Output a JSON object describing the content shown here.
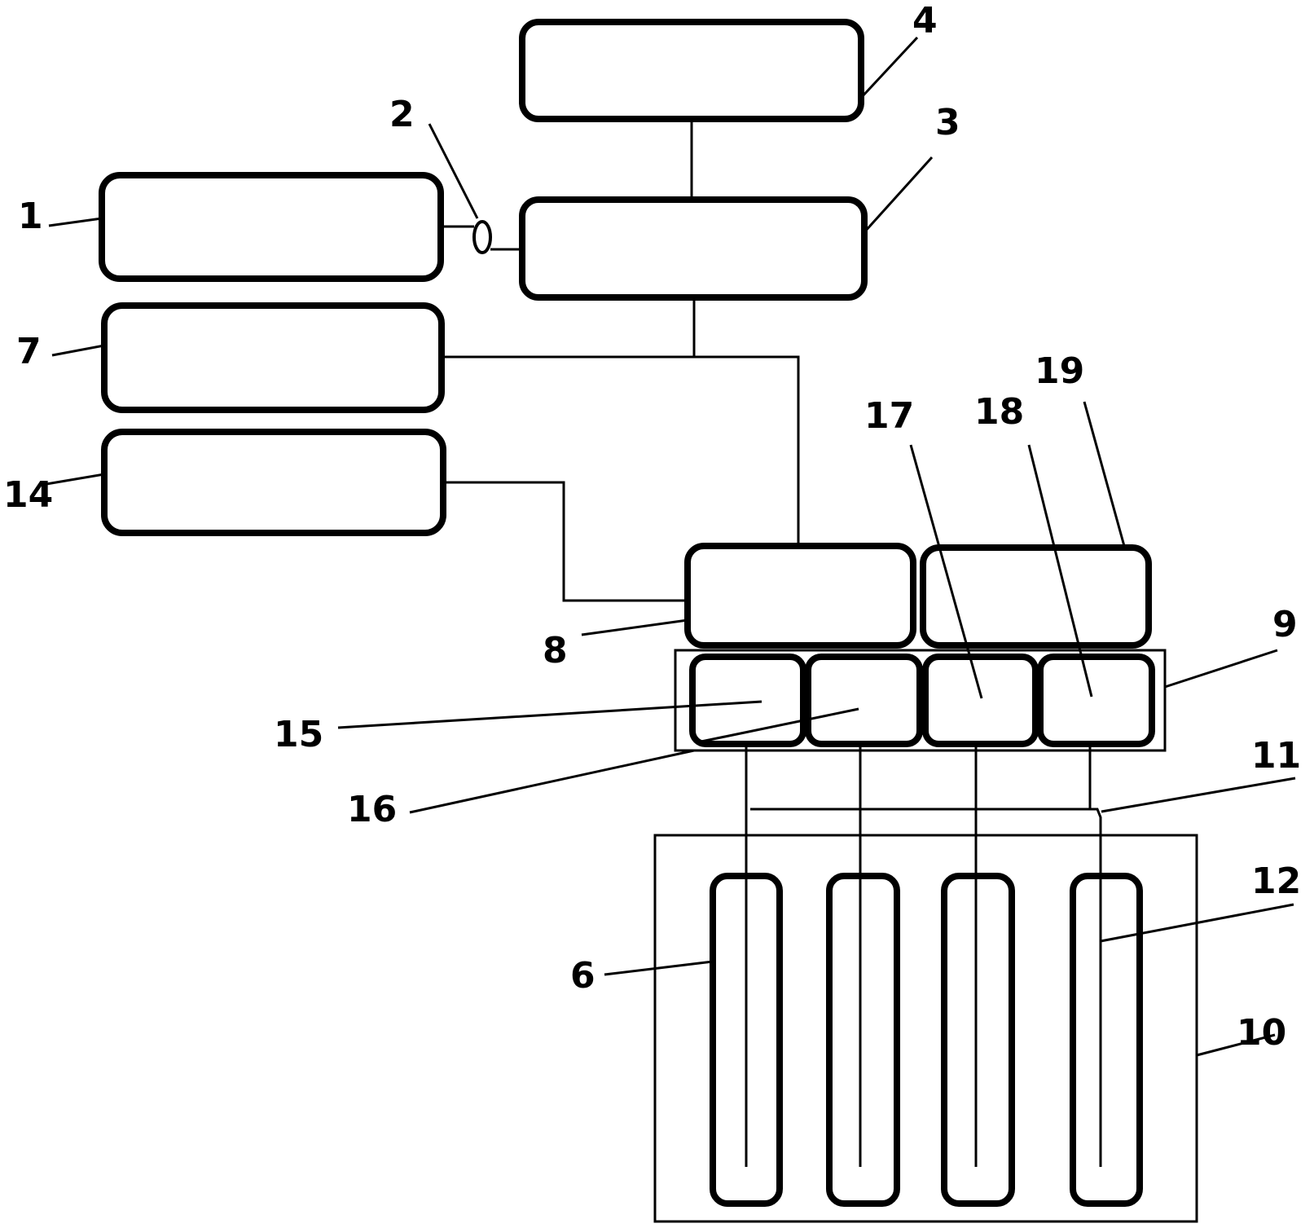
{
  "diagram": {
    "labels": {
      "l1": "1",
      "l2": "2",
      "l3": "3",
      "l4": "4",
      "l6": "6",
      "l7": "7",
      "l8": "8",
      "l9": "9",
      "l10": "10",
      "l11": "11",
      "l12": "12",
      "l14": "14",
      "l15": "15",
      "l16": "16",
      "l17": "17",
      "l18": "18",
      "l19": "19"
    },
    "colors": {
      "stroke": "#000000",
      "background": "#ffffff"
    }
  }
}
